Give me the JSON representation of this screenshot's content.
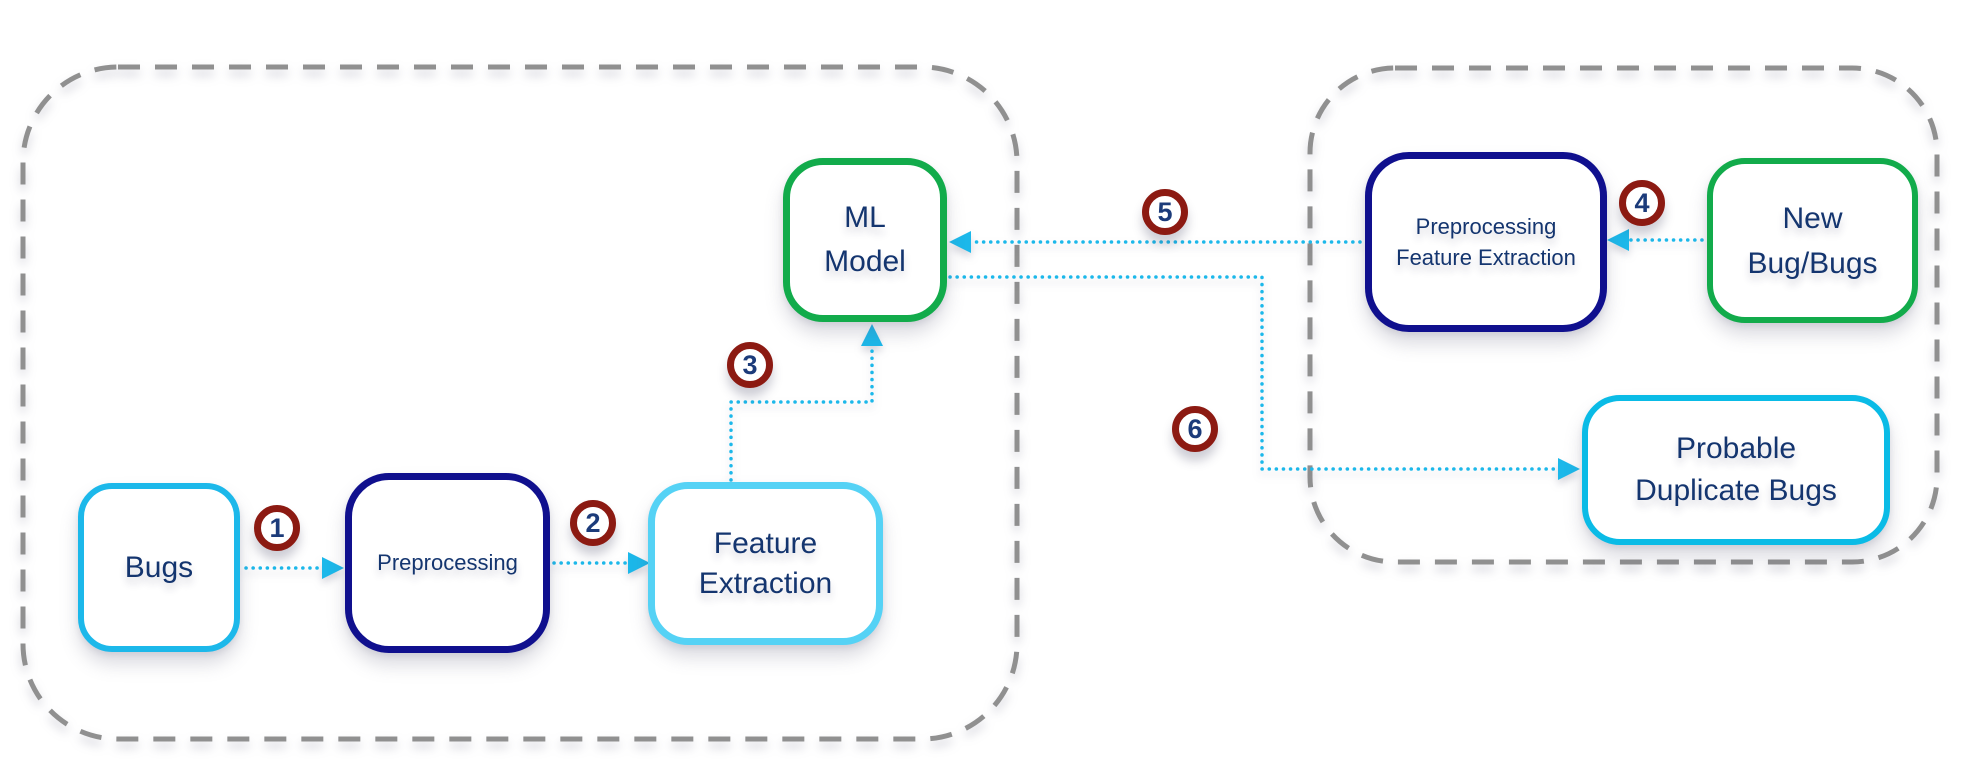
{
  "colors": {
    "box_cyan": "#1CB8EA",
    "box_light_cyan": "#55D2F5",
    "box_navy": "#10108E",
    "box_green": "#12AB4B",
    "group_outline_gray": "#909090",
    "step_ring_red": "#8C1A12",
    "step_number_navy": "#1C3B7A",
    "label_navy": "#14356F",
    "connector_cyan": "#1CB8EA",
    "background": "#FFFFFF"
  },
  "nodes": {
    "bugs": {
      "label": "Bugs"
    },
    "preprocessing": {
      "label": "Preprocessing"
    },
    "feature_extraction": {
      "line1": "Feature",
      "line2": "Extraction"
    },
    "ml_model": {
      "line1": "ML",
      "line2": "Model"
    },
    "preprocessing_feature_extraction": {
      "line1": "Preprocessing",
      "line2": "Feature Extraction"
    },
    "new_bugs": {
      "line1": "New",
      "line2": "Bug/Bugs"
    },
    "probable_duplicate_bugs": {
      "line1": "Probable",
      "line2": "Duplicate Bugs"
    }
  },
  "steps": {
    "s1": "1",
    "s2": "2",
    "s3": "3",
    "s4": "4",
    "s5": "5",
    "s6": "6"
  }
}
